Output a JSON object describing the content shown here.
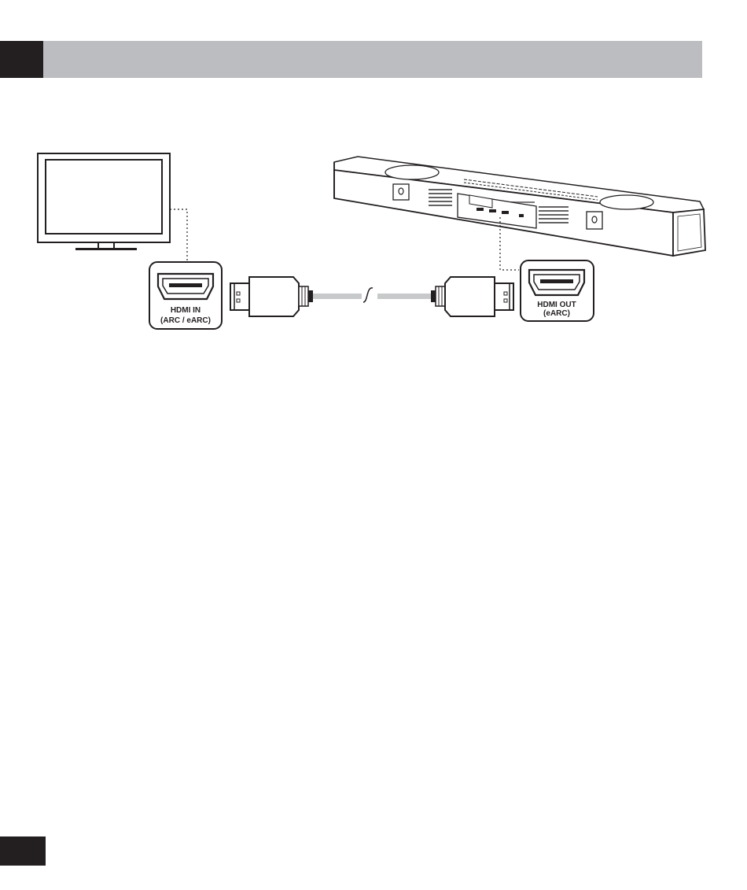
{
  "header": {
    "dark_color": "#231f20",
    "bar_color": "#bcbdc0"
  },
  "diagram": {
    "tv": {
      "icon": "tv-icon"
    },
    "soundbar": {
      "icon": "soundbar-icon"
    },
    "cable": {
      "icon": "hdmi-cable-icon",
      "color": "#c8c9cb"
    },
    "ports": {
      "tv_port_line1": "HDMI IN",
      "tv_port_line2": "(ARC / eARC)",
      "soundbar_port_line1": "HDMI OUT",
      "soundbar_port_line2": "(eARC)"
    }
  }
}
